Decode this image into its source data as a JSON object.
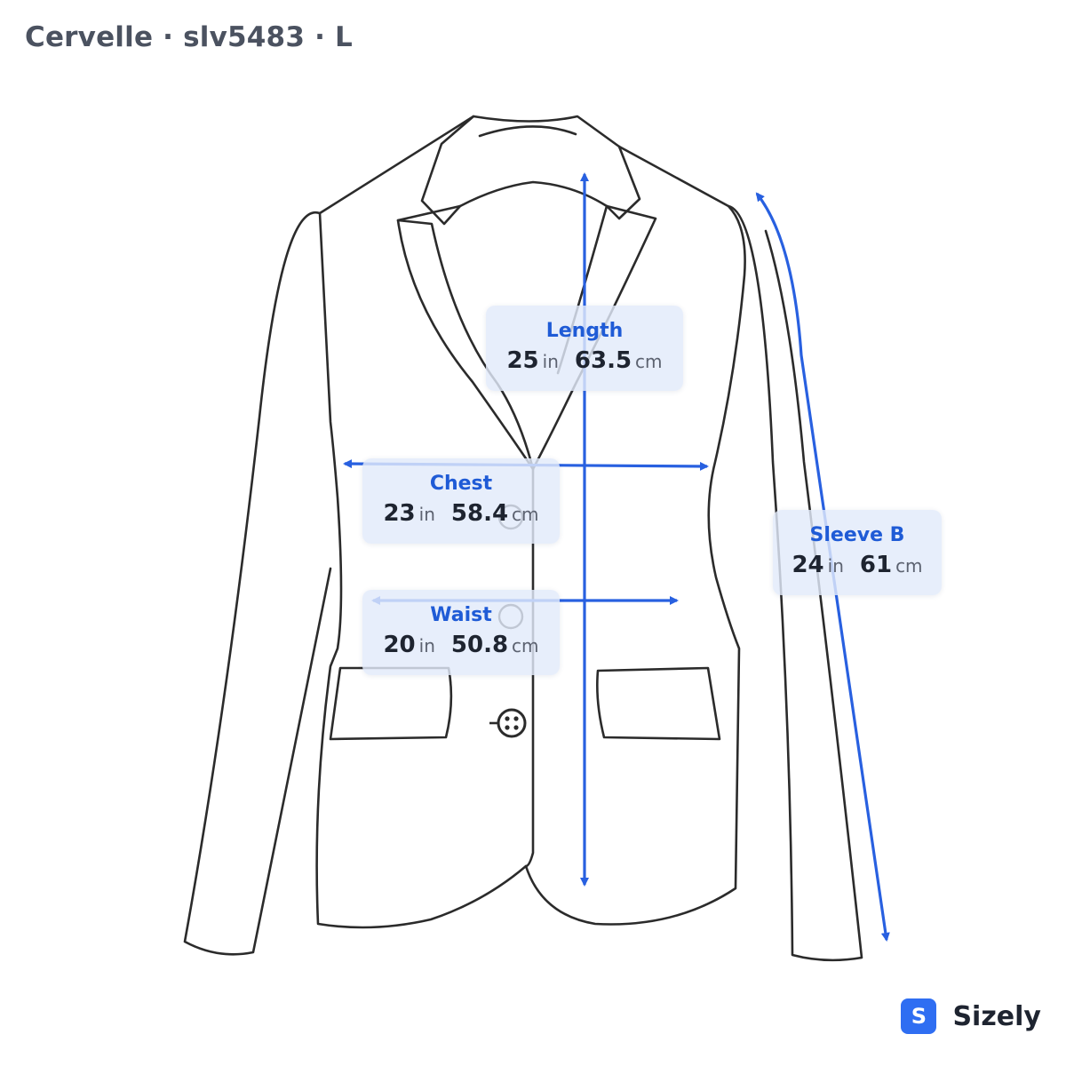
{
  "header": {
    "title": "Cervelle · slv5483 · L"
  },
  "colors": {
    "accent": "#1f5bd6",
    "outline": "#2b2b2b",
    "badge_bg": "#e2eafa"
  },
  "measurements": [
    {
      "id": "length",
      "label": "Length",
      "in": "25",
      "in_unit": "in",
      "cm": "63.5",
      "cm_unit": "cm"
    },
    {
      "id": "chest",
      "label": "Chest",
      "in": "23",
      "in_unit": "in",
      "cm": "58.4",
      "cm_unit": "cm"
    },
    {
      "id": "waist",
      "label": "Waist",
      "in": "20",
      "in_unit": "in",
      "cm": "50.8",
      "cm_unit": "cm"
    },
    {
      "id": "sleeve",
      "label": "Sleeve B",
      "in": "24",
      "in_unit": "in",
      "cm": "61",
      "cm_unit": "cm"
    }
  ],
  "brand": {
    "logo_letter": "S",
    "name": "Sizely"
  }
}
